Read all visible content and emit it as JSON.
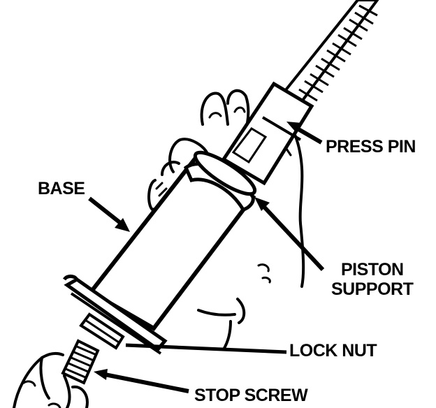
{
  "labels": {
    "press_pin": "PRESS PIN",
    "base": "BASE",
    "piston_support_line1": "PISTON",
    "piston_support_line2": "SUPPORT",
    "lock_nut": "LOCK NUT",
    "stop_screw": "STOP SCREW"
  },
  "colors": {
    "ink": "#000000",
    "paper": "#ffffff"
  },
  "icons": [
    "hand-illustration",
    "tool-illustration",
    "leader-arrow"
  ]
}
